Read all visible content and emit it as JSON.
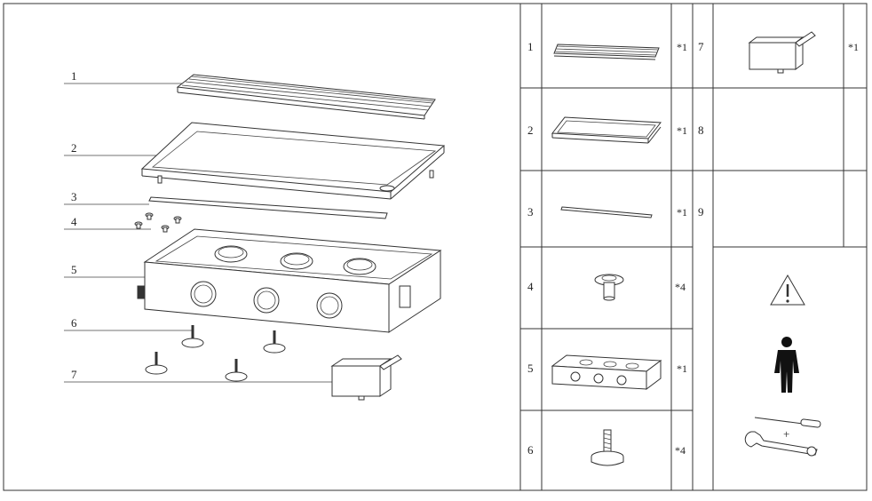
{
  "callouts": [
    "1",
    "2",
    "3",
    "4",
    "5",
    "6",
    "7"
  ],
  "parts_table": {
    "rows_left": [
      {
        "num": "1",
        "qty": "*1",
        "icon": "grill-rack-icon"
      },
      {
        "num": "2",
        "qty": "*1",
        "icon": "griddle-plate-icon"
      },
      {
        "num": "3",
        "qty": "*1",
        "icon": "rod-icon"
      },
      {
        "num": "4",
        "qty": "*4",
        "icon": "bolt-icon"
      },
      {
        "num": "5",
        "qty": "*1",
        "icon": "burner-body-icon"
      },
      {
        "num": "6",
        "qty": "*4",
        "icon": "adjustable-foot-icon"
      }
    ],
    "rows_right": [
      {
        "num": "7",
        "qty": "*1",
        "icon": "grease-tray-icon"
      },
      {
        "num": "8",
        "qty": "",
        "icon": ""
      },
      {
        "num": "9",
        "qty": "",
        "icon": ""
      }
    ],
    "tools": [
      "warning-icon",
      "person-icon",
      "screwdriver-icon",
      "wrench-icon"
    ],
    "tools_plus": "+"
  }
}
